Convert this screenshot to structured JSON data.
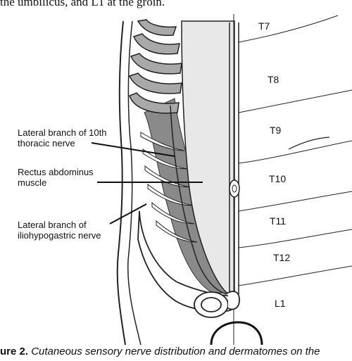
{
  "body_text_fragment": "the umbilicus, and L1 at the groin.",
  "labels": {
    "lateral_branch_10th": [
      "Lateral branch of 10th",
      "thoracic nerve"
    ],
    "rectus": [
      "Rectus abdominus",
      "muscle"
    ],
    "iliohypogastric": [
      "Lateral branch of",
      "iliohypogastric nerve"
    ]
  },
  "dermatomes": [
    "T7",
    "T8",
    "T9",
    "T10",
    "T11",
    "T12",
    "L1"
  ],
  "caption": {
    "lead": "ure 2.",
    "rest": " Cutaneous sensory nerve distribution and dermatomes on the"
  }
}
